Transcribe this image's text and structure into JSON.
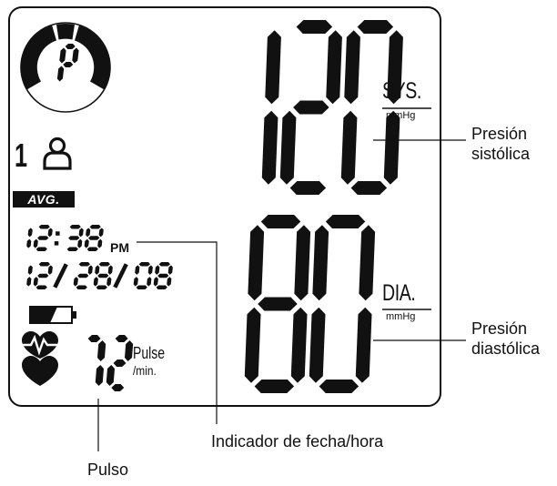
{
  "display": {
    "systolic": "120",
    "diastolic": "80",
    "pulse": "72",
    "time": "12:38",
    "ampm": "PM",
    "date": "12/28/08",
    "user": "1",
    "avg_label": "AVG.",
    "sys_label": "SYS.",
    "dia_label": "DIA.",
    "unit": "mmHg",
    "pulse_label": "Pulse",
    "pulse_unit": "/min.",
    "mode_symbol": "P"
  },
  "callouts": {
    "systolic": [
      "Presión",
      "sistólica"
    ],
    "diastolic": [
      "Presión",
      "diastólica"
    ],
    "datetime": "Indicador de fecha/hora",
    "pulse": "Pulso"
  },
  "icons": [
    "gauge-icon",
    "user-icon",
    "battery-icon",
    "heartbeat-icon",
    "heart-icon"
  ],
  "colors": {
    "segment": "#111111",
    "background": "#ffffff"
  }
}
